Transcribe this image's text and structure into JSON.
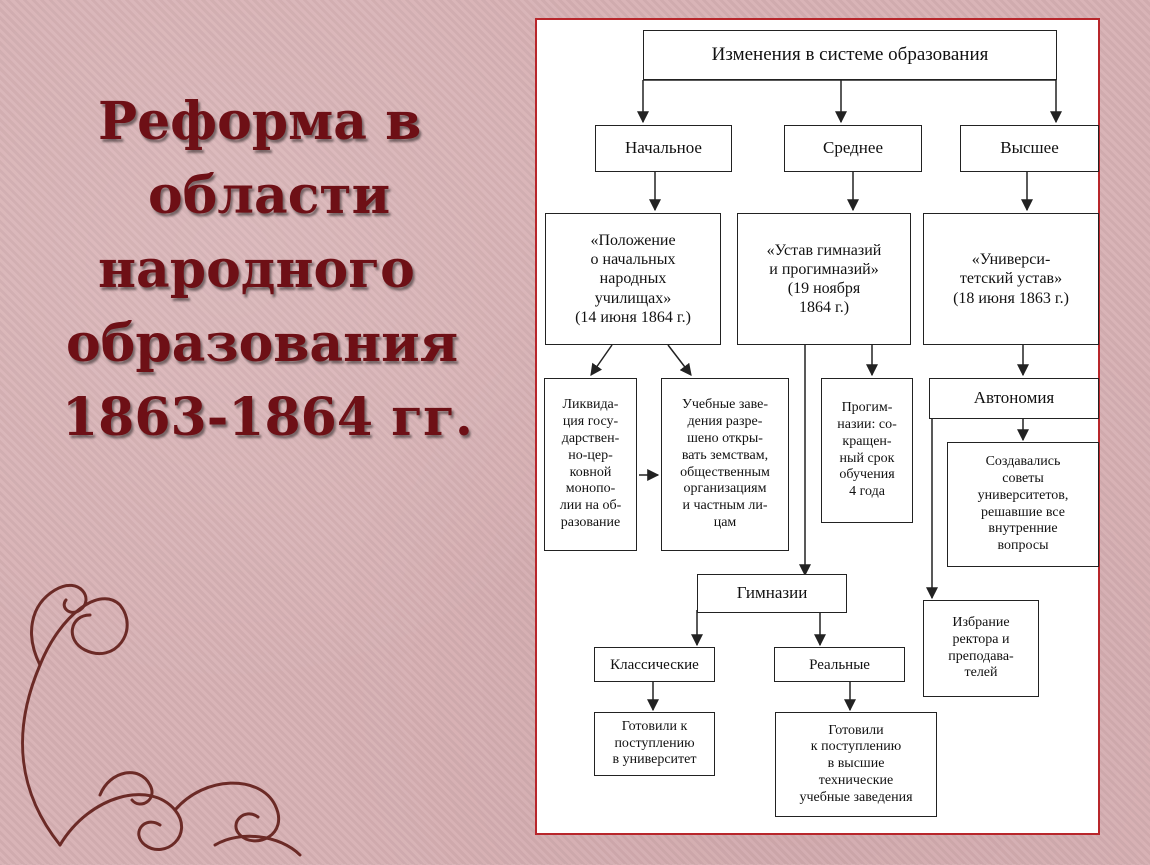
{
  "title": {
    "line1": "Реформа в",
    "line2": "области",
    "line3": "народного",
    "line4": "образования",
    "line5": "1863-1864 гг."
  },
  "diagram": {
    "root": "Изменения в системе образования",
    "levels": {
      "primary": "Начальное",
      "secondary": "Среднее",
      "higher": "Высшее"
    },
    "documents": {
      "primary": "«Положение\nо начальных\nнародных\nучилищах»\n(14 июня 1864 г.)",
      "secondary": "«Устав гимназий\nи прогимназий»\n(19 ноября\n1864 г.)",
      "higher": "«Универси-\nтетский устав»\n(18 июня 1863 г.)"
    },
    "details": {
      "monopoly": "Ликвида-\nция госу-\nдарствен-\nно-цер-\nковной\nмонопо-\nлии на об-\nразование",
      "institutions": "Учебные заве-\nдения разре-\nшено откры-\nвать земствам,\nобщественным\nорганизациям\nи частным ли-\nцам",
      "progymnasium": "Прогим-\nназии: со-\nкращен-\nный срок\nобучения\n4 года",
      "autonomy": "Автономия",
      "councils": "Создавались\nсоветы\nуниверситетов,\nрешавшие все\nвнутренние\nвопросы",
      "election": "Избрание\nректора и\nпреподава-\nтелей"
    },
    "gymnasium": {
      "label": "Гимназии",
      "classical": "Классические",
      "real": "Реальные",
      "classical_goal": "Готовили к\nпоступлению\nв университет",
      "real_goal": "Готовили\nк поступлению\nв высшие\nтехнические\nучебные заведения"
    }
  },
  "colors": {
    "background": "#d7b1b4",
    "title": "#6e1016",
    "panel_border": "#b8262b",
    "swirl": "#6b2a26"
  },
  "icons": {
    "decoration": "swirl-ornament"
  }
}
